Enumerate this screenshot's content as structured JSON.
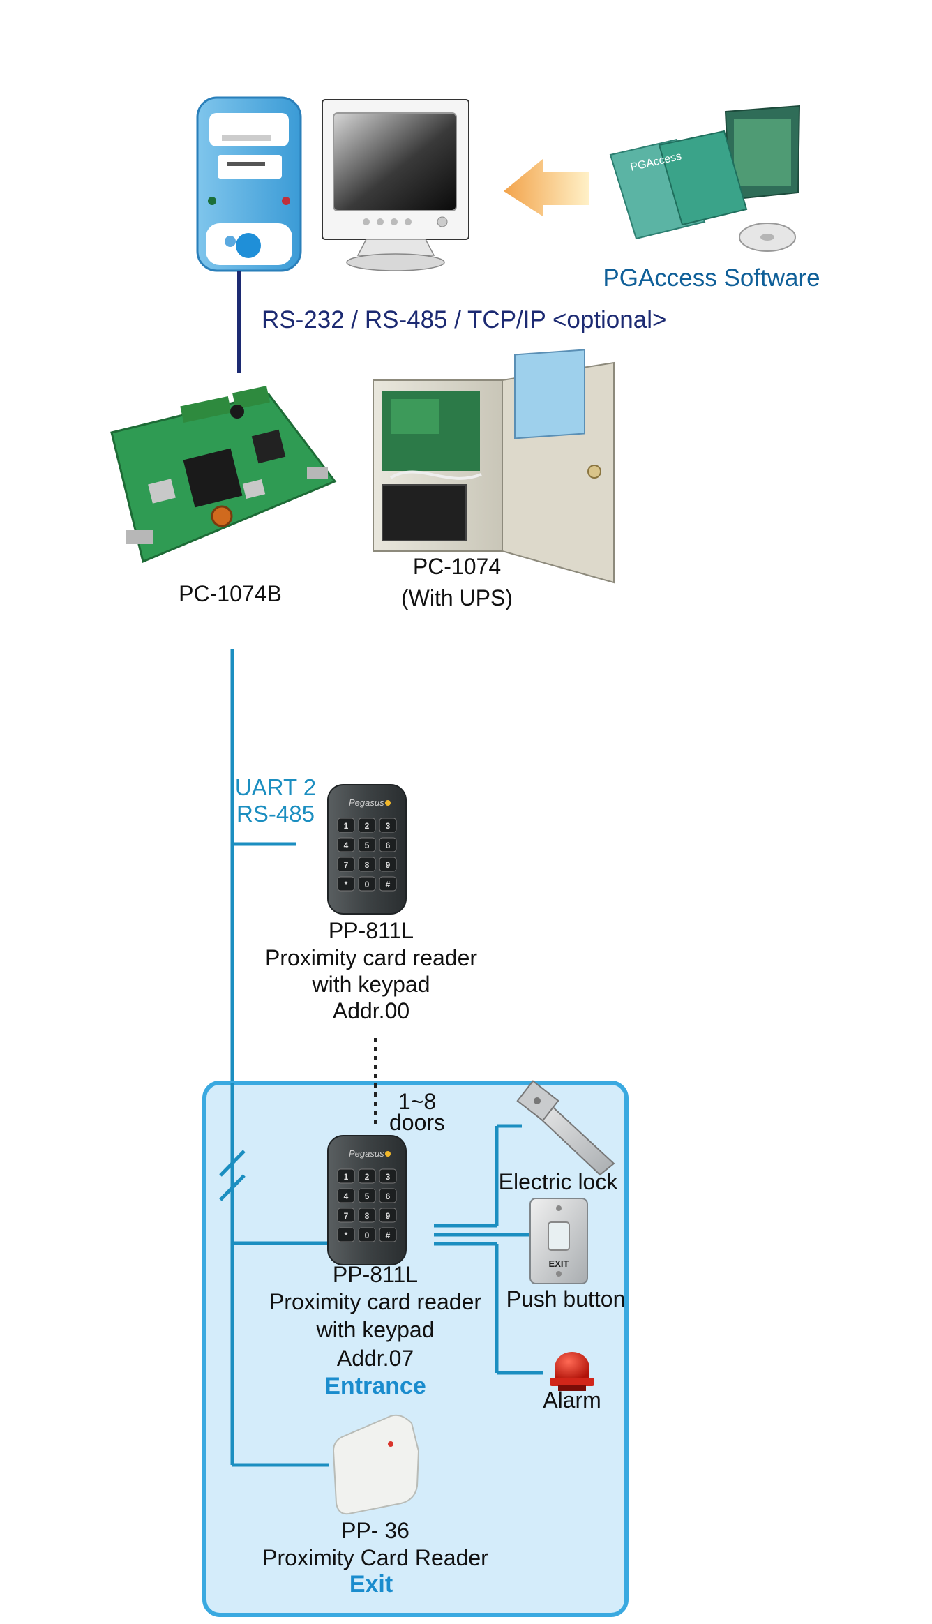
{
  "software": {
    "label": "PGAccess Software"
  },
  "connection": {
    "label": "RS-232 / RS-485 / TCP/IP <optional>"
  },
  "controllers": [
    {
      "label": "PC-1074B"
    },
    {
      "label_line1": "PC-1074",
      "label_line2": "(With UPS)"
    }
  ],
  "bus": {
    "label_line1": "UART 2",
    "label_line2": "RS-485"
  },
  "reader_addr00": {
    "lines": [
      "PP-811L",
      "Proximity card reader",
      "with keypad",
      "Addr.00"
    ]
  },
  "door_group": {
    "doors_line1": "1~8",
    "doors_line2": "doors",
    "entrance_reader": {
      "lines": [
        "PP-811L",
        "Proximity card reader",
        "with keypad",
        "Addr.07"
      ],
      "role": "Entrance"
    },
    "exit_reader": {
      "lines": [
        "PP- 36",
        "Proximity Card Reader"
      ],
      "role": "Exit"
    },
    "peripherals": [
      {
        "label": "Electric lock"
      },
      {
        "label": "Push button"
      },
      {
        "label": "Alarm"
      }
    ]
  },
  "keypad_keys": [
    "1",
    "2",
    "3",
    "4",
    "5",
    "6",
    "7",
    "8",
    "9",
    "*",
    "0",
    "#"
  ],
  "brand_text": "Pegasus",
  "exit_plate_text": "EXIT",
  "colors": {
    "bus_line": "#1b8ec0",
    "top_link": "#1c2a72",
    "box_fill": "#d4ecfa",
    "box_border": "#3aa9e0",
    "accent_text": "#1a8ccd"
  }
}
